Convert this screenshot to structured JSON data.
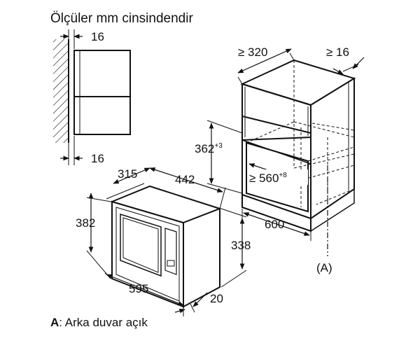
{
  "title": "Ölçüler mm cinsindendir",
  "side_view": {
    "top_gap": "16",
    "bottom_gap": "16"
  },
  "appliance": {
    "depth": "315",
    "width_top": "442",
    "height_left": "382",
    "height_right": "338",
    "width_bottom": "595",
    "front_depth": "20"
  },
  "cabinet": {
    "width_top": "≥ 320",
    "side_gap": "≥ 16",
    "opening_height": "362",
    "opening_height_tol": "+3",
    "opening_width": "≥ 560",
    "opening_width_tol": "+8",
    "depth_bottom": "600",
    "open_back_marker": "(A)"
  },
  "legend": {
    "key": "A",
    "text": ": Arka duvar açık"
  }
}
